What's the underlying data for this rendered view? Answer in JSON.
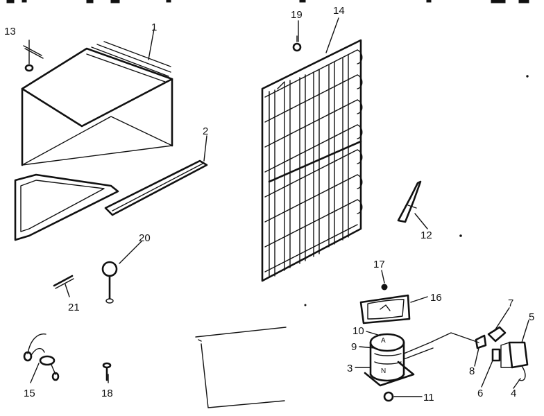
{
  "diagram": {
    "callouts": [
      "1",
      "2",
      "3",
      "4",
      "5",
      "6",
      "7",
      "8",
      "9",
      "10",
      "11",
      "12",
      "13",
      "14",
      "15",
      "16",
      "17",
      "18",
      "19",
      "20",
      "21"
    ]
  }
}
